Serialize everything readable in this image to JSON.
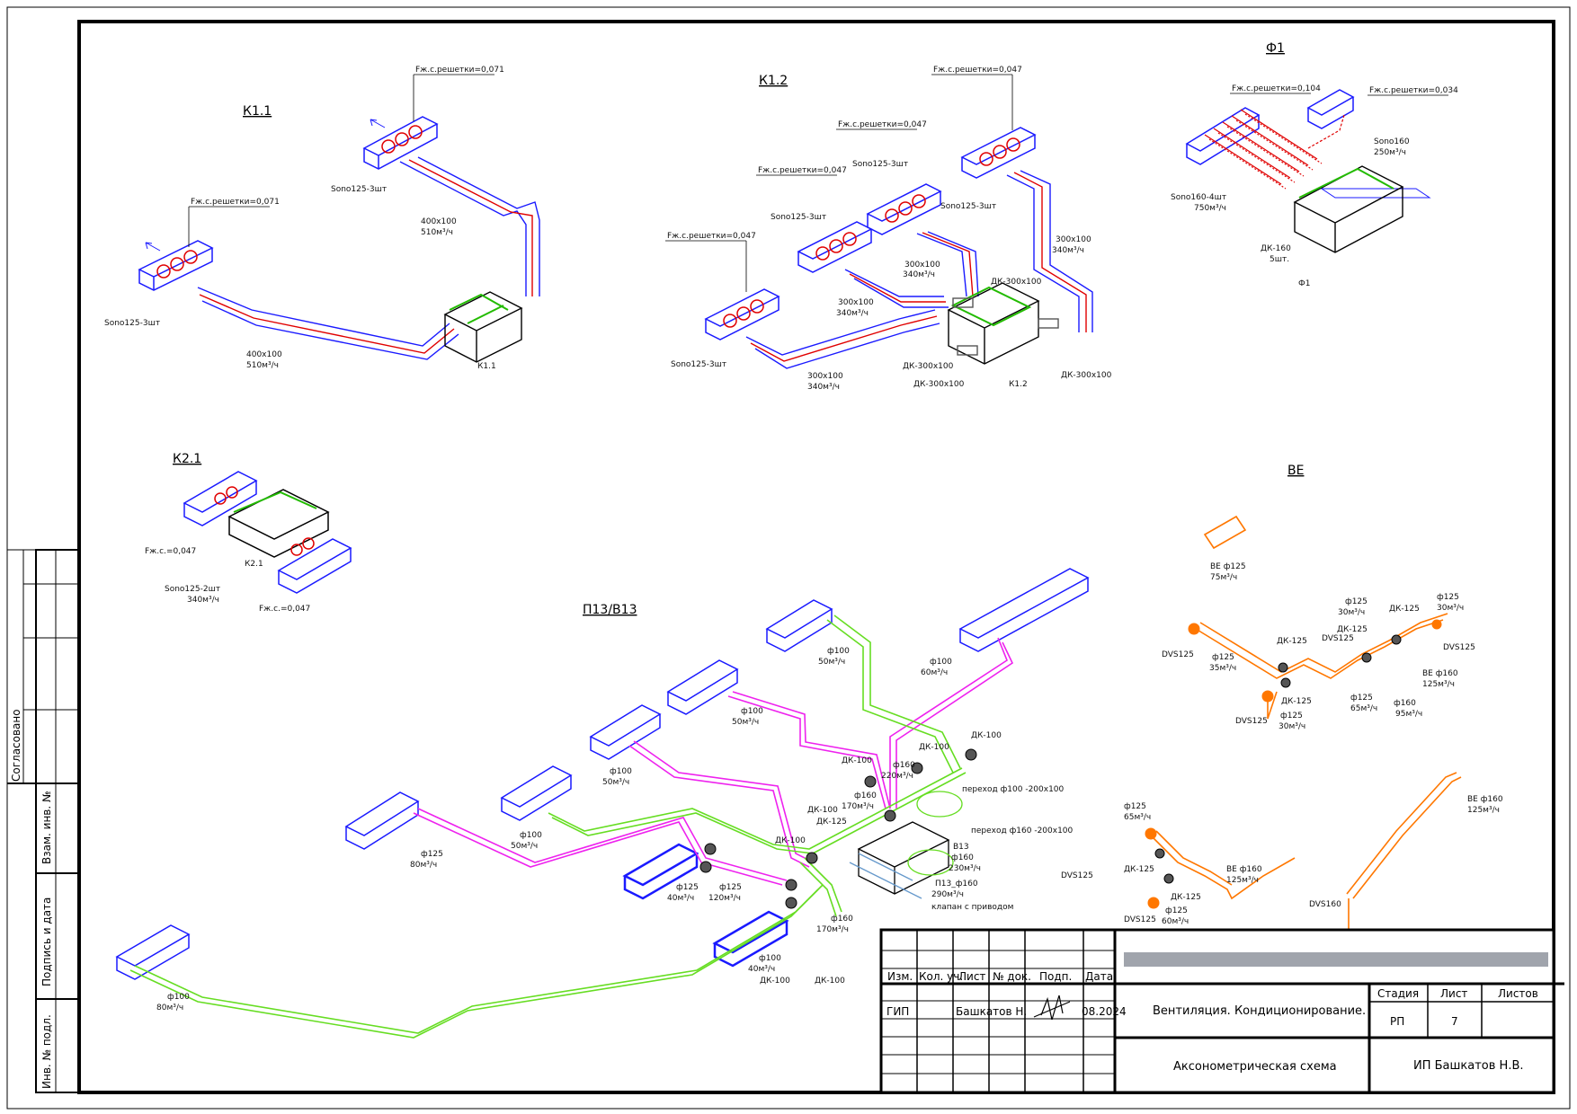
{
  "side_panel": {
    "approved": "Согласовано",
    "replace_inv": "Взам. инв. №",
    "sign_date": "Подпись и дата",
    "inv_orig": "Инв. № подл."
  },
  "systems": {
    "k11": {
      "title": "К1.1",
      "grille_1": "Fж.с.решетки=0,071",
      "grille_2": "Fж.с.решетки=0,071",
      "sono_1": "Sono125-3шт",
      "sono_2": "Sono125-3шт",
      "duct_1_size": "400x100",
      "duct_1_flow": "510м³/ч",
      "duct_2_size": "400x100",
      "duct_2_flow": "510м³/ч",
      "unit": "К1.1"
    },
    "k12": {
      "title": "К1.2",
      "grille_1": "Fж.с.решетки=0,047",
      "grille_2": "Fж.с.решетки=0,047",
      "grille_3": "Fж.с.решетки=0,047",
      "grille_4": "Fж.с.решетки=0,047",
      "sono_1": "Sono125-3шт",
      "sono_2": "Sono125-3шт",
      "sono_3": "Sono125-3шт",
      "sono_4": "Sono125-3шт",
      "d1_size": "300x100",
      "d1_flow": "340м³/ч",
      "d2_size": "300x100",
      "d2_flow": "340м³/ч",
      "d3_size": "300x100",
      "d3_flow": "340м³/ч",
      "d4_size": "300x100",
      "d4_flow": "340м³/ч",
      "dk_1": "ДК-300x100",
      "dk_2": "ДК-300x100",
      "dk_3": "ДК-300x100",
      "dk_4": "ДК-300x100",
      "unit": "К1.2"
    },
    "f1": {
      "title": "Ф1",
      "grille_1": "Fж.с.решетки=0,104",
      "grille_2": "Fж.с.решетки=0,034",
      "sono_1": "Sono160-4шт",
      "sono_1_flow": "750м³/ч",
      "sono_2": "Sono160",
      "sono_2_flow": "250м³/ч",
      "dk": "ДК-160",
      "dk_qty": "5шт.",
      "unit": "Ф1"
    },
    "k21": {
      "title": "К2.1",
      "fzh_1": "Fж.с.=0,047",
      "fzh_2": "Fж.с.=0,047",
      "sono": "Sono125-2шт",
      "sono_flow": "340м³/ч",
      "unit": "К2.1"
    },
    "p13": {
      "title": "П13/В13",
      "labels": [
        {
          "d": "ф100",
          "q": "50м³/ч"
        },
        {
          "d": "ф100",
          "q": "60м³/ч"
        },
        {
          "d": "ф100",
          "q": "50м³/ч"
        },
        {
          "d": "ф100",
          "q": "50м³/ч"
        },
        {
          "d": "ф125",
          "q": "80м³/ч"
        },
        {
          "d": "ф100",
          "q": "50м³/ч"
        },
        {
          "d": "ф160",
          "q": "220м³/ч"
        },
        {
          "d": "ф160",
          "q": "170м³/ч"
        },
        {
          "d": "ф125",
          "q": "40м³/ч"
        },
        {
          "d": "ф125",
          "q": "120м³/ч"
        },
        {
          "d": "ф160",
          "q": "170м³/ч"
        },
        {
          "d": "ф100",
          "q": "40м³/ч"
        },
        {
          "d": "ф100",
          "q": "80м³/ч"
        }
      ],
      "dk_100_a": "ДК-100",
      "dk_100_b": "ДК-100",
      "dk_100_c": "ДК-100",
      "dk_100_d": "ДК-100",
      "dk_100_e": "ДК-100",
      "dk_100_f": "ДК-100",
      "dk_100_g": "ДК-100",
      "dk_125": "ДК-125",
      "trans_1": "переход ф100 -200x100",
      "trans_2": "переход ф160 -200x100",
      "b13": "В13",
      "b13_d": "ф160",
      "b13_q": "230м³/ч",
      "p13_label": "П13_ф160",
      "p13_q": "290м³/ч",
      "valve": "клапан с приводом"
    },
    "be": {
      "title": "ВЕ",
      "be125_top": "ВЕ ф125",
      "be125_top_q": "75м³/ч",
      "dvs_1": "DVS125",
      "dvs_2": "DVS125",
      "dvs_3": "DVS125",
      "dvs_4": "DVS125",
      "dvs_5": "DVS125",
      "dvs_6": "DVS125",
      "dvs_7": "DVS160",
      "dk125_1": "ДК-125",
      "dk125_2": "ДК-125",
      "dk125_3": "ДК-125",
      "dk125_4": "ДК-125",
      "dk125_5": "ДК-125",
      "dk125_6": "ДК-125",
      "l1": {
        "d": "ф125",
        "q": "30м³/ч"
      },
      "l2": {
        "d": "ф125",
        "q": "30м³/ч"
      },
      "l3": {
        "d": "ф125",
        "q": "35м³/ч"
      },
      "l4": {
        "d": "ф125",
        "q": "30м³/ч"
      },
      "l5": {
        "d": "ф125",
        "q": "65м³/ч"
      },
      "l6": {
        "d": "ф160",
        "q": "95м³/ч"
      },
      "l7": {
        "d": "ф125",
        "q": "65м³/ч"
      },
      "l8": {
        "d": "ф125",
        "q": "60м³/ч"
      },
      "be160_1": "ВЕ ф160",
      "be160_1_q": "125м³/ч",
      "be160_2": "ВЕ ф160",
      "be160_2_q": "125м³/ч",
      "be160_3": "ВЕ ф160",
      "be160_3_q": "125м³/ч"
    }
  },
  "stamp": {
    "h_izm": "Изм.",
    "h_kol": "Кол. уч.",
    "h_list": "Лист",
    "h_doc": "№ док.",
    "h_sign": "Подп.",
    "h_date": "Дата",
    "role": "ГИП",
    "person": "Башкатов Н.",
    "date": "08.2024",
    "project": "Вентиляция. Кондиционирование.",
    "sheet_title": "Аксонометрическая схема",
    "stage_h": "Стадия",
    "sheet_h": "Лист",
    "sheets_h": "Листов",
    "stage": "РП",
    "sheet_no": "7",
    "sheets": "",
    "company": "ИП Башкатов Н.В."
  },
  "colors": {
    "supply_duct": "#1a1aff",
    "axis_line": "#e00000",
    "unit_green": "#22bb00",
    "pink_line": "#ee22ee",
    "green_line": "#66dd22",
    "orange_be": "#ff7700",
    "stamp_bar": "#a0a4ac"
  }
}
